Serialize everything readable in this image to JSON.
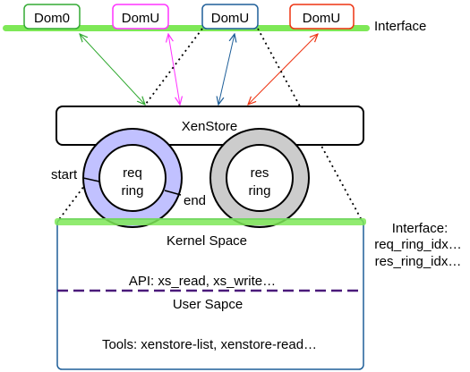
{
  "colors": {
    "green": "#33aa33",
    "magenta": "#ff33ff",
    "blue": "#1f5f99",
    "red": "#ee3311",
    "bar_green": "#7ee857",
    "req_fill": "#c1c1ff",
    "res_fill": "#cccccc",
    "divider": "#4a1a7a"
  },
  "domains": [
    {
      "label": "Dom0",
      "color": "green"
    },
    {
      "label": "DomU",
      "color": "magenta"
    },
    {
      "label": "DomU",
      "color": "blue"
    },
    {
      "label": "DomU",
      "color": "red"
    }
  ],
  "interface_label": "Interface",
  "xenstore_label": "XenStore",
  "req_ring": {
    "line1": "req",
    "line2": "ring",
    "start_label": "start",
    "end_label": "end"
  },
  "res_ring": {
    "line1": "res",
    "line2": "ring"
  },
  "kernel_space_label": "Kernel Space",
  "api_label": "API: xs_read, xs_write…",
  "user_space_label": "User Sapce",
  "tools_label": "Tools: xenstore-list, xenstore-read…",
  "side_interface": {
    "title": "Interface:",
    "line1": "req_ring_idx…",
    "line2": "res_ring_idx…"
  }
}
